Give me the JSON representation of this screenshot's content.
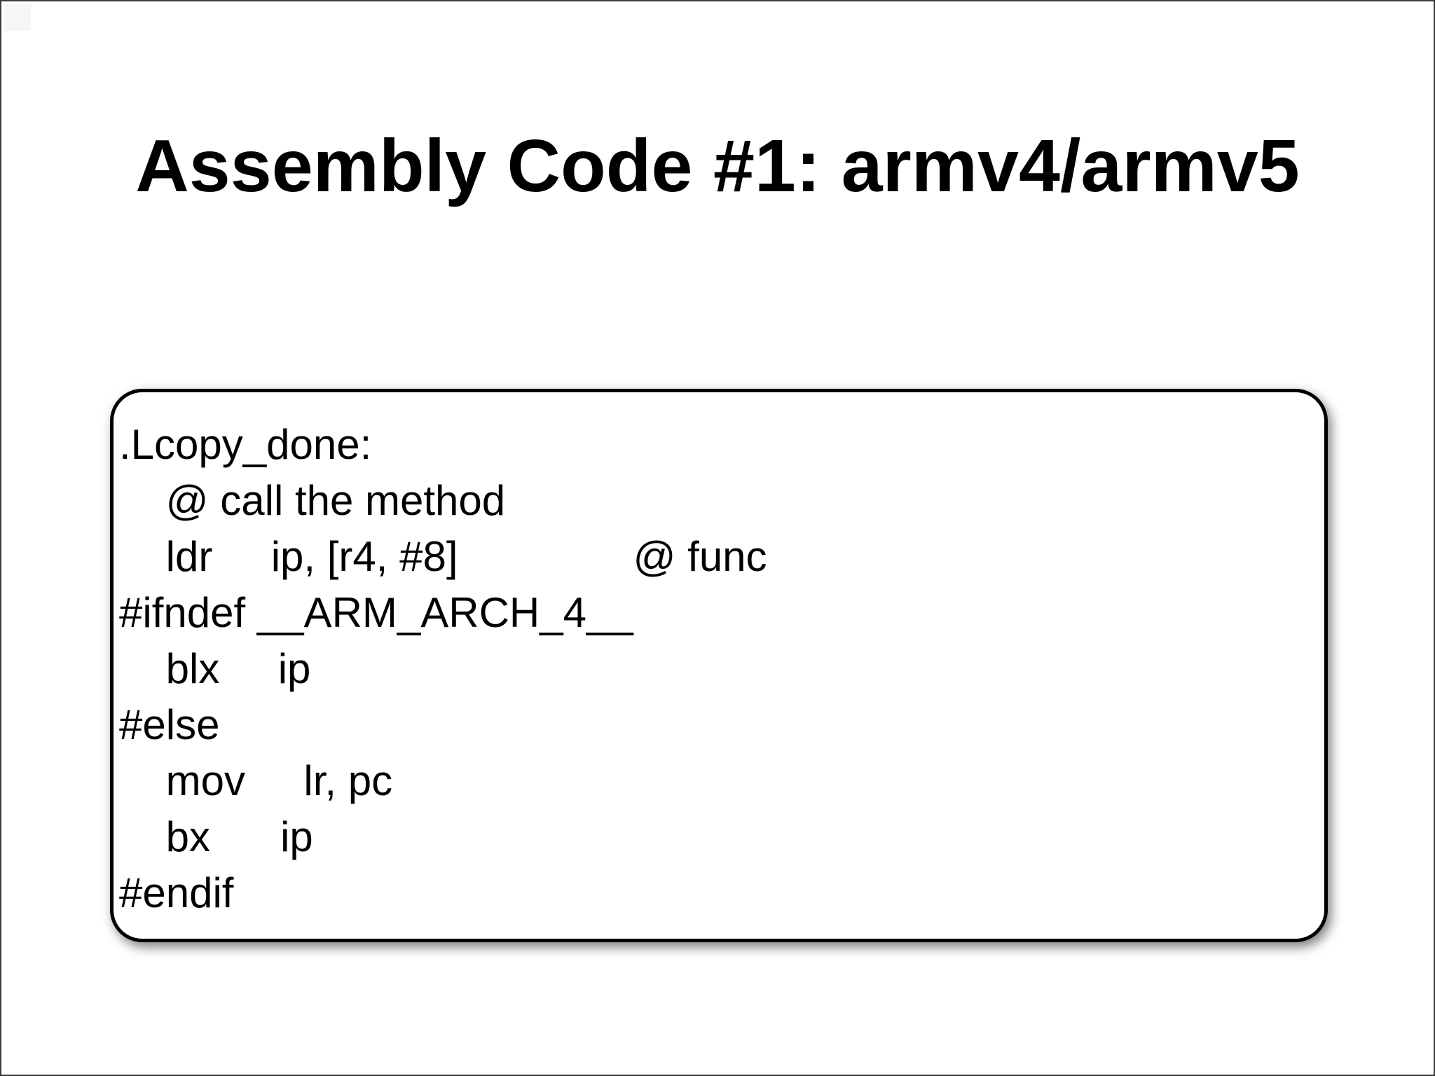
{
  "slide": {
    "title": "Assembly Code #1: armv4/armv5",
    "code_block": {
      "lines": [
        ".Lcopy_done:",
        "    @ call the method",
        "    ldr     ip, [r4, #8]               @ func",
        "#ifndef __ARM_ARCH_4__",
        "    blx     ip",
        "#else",
        "    mov     lr, pc",
        "    bx      ip",
        "#endif"
      ]
    },
    "colors": {
      "background": "#ffffff",
      "text": "#000000",
      "box_border": "#000000",
      "box_fill": "#ffffff",
      "page_border": "#3a3a3a"
    }
  }
}
